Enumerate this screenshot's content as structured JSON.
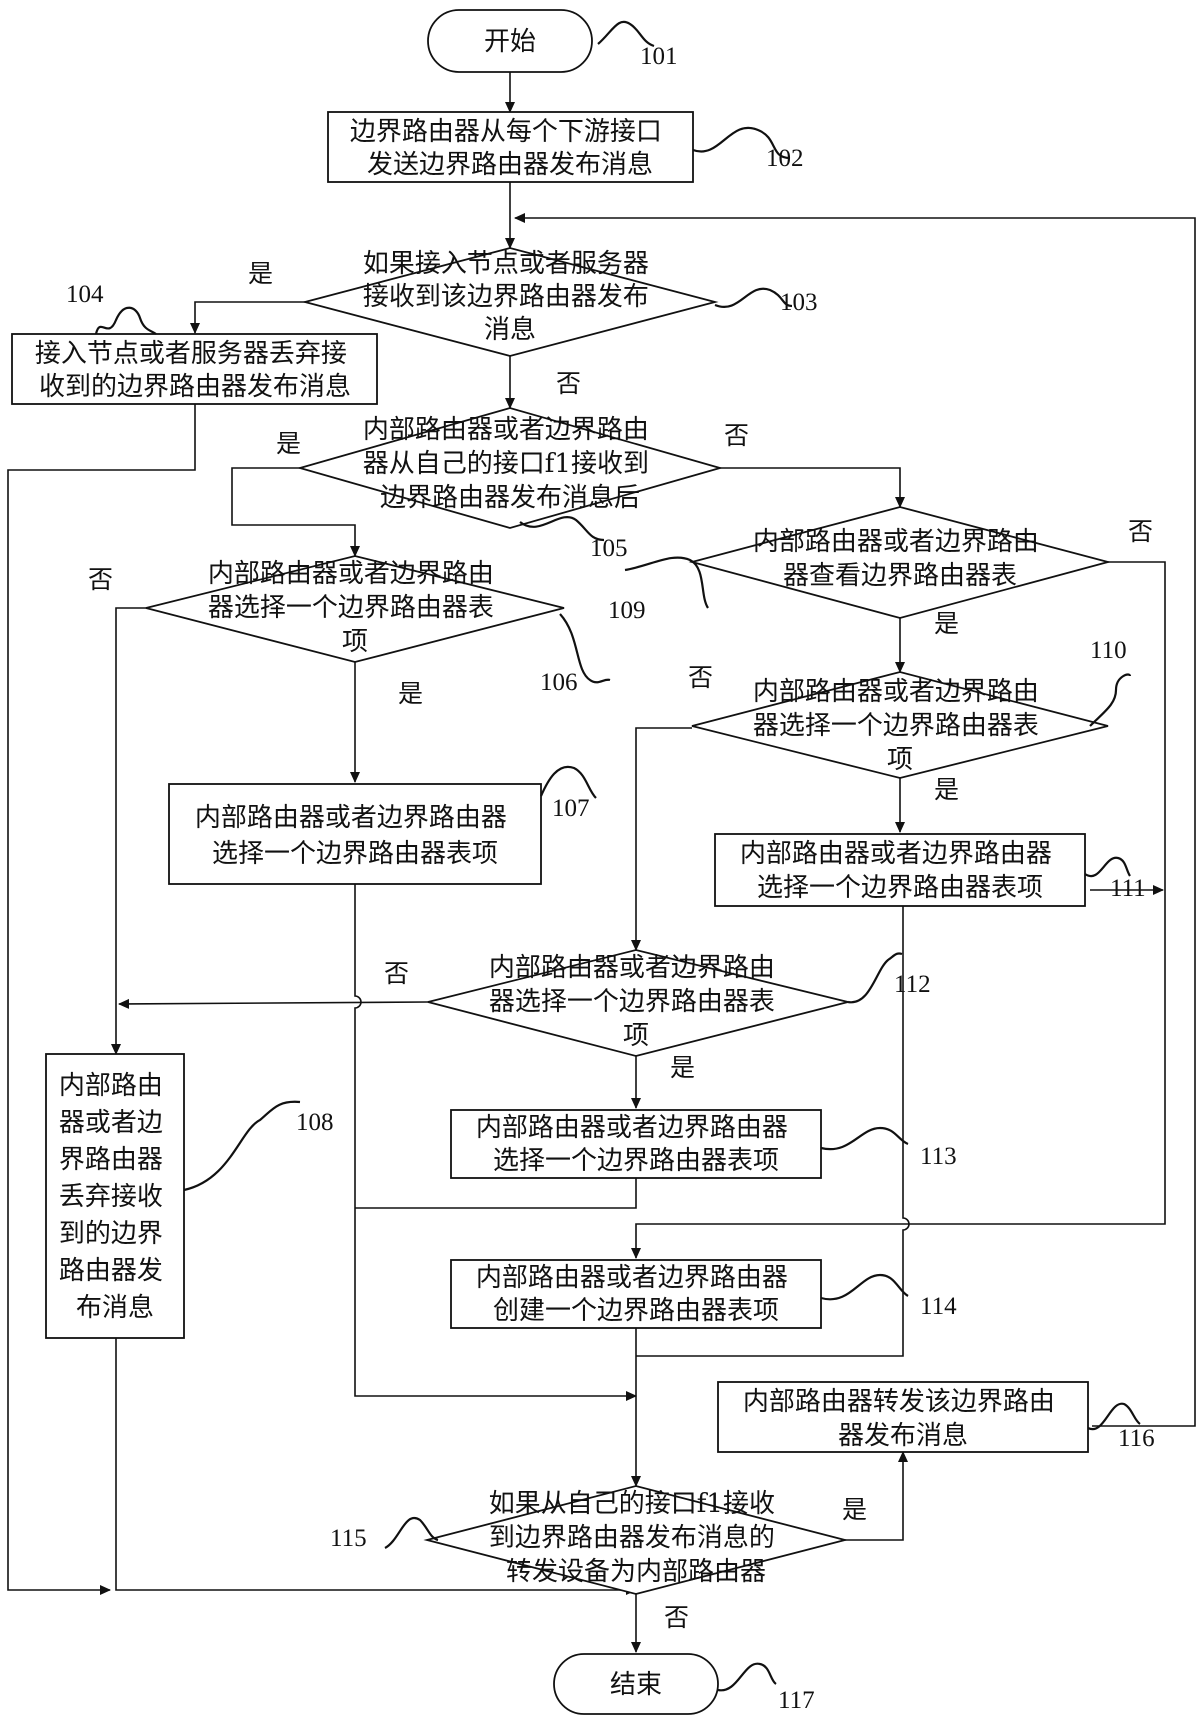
{
  "nodes": {
    "start": {
      "text": [
        "开始"
      ],
      "ref": "101"
    },
    "n102": {
      "text": [
        "边界路由器从每个下游接口",
        "发送边界路由器发布消息"
      ],
      "ref": "102"
    },
    "n103": {
      "text": [
        "如果接入节点或者服务器",
        "接收到该边界路由器发布",
        "消息"
      ],
      "ref": "103"
    },
    "n104": {
      "text": [
        "接入节点或者服务器丢弃接",
        "收到的边界路由器发布消息"
      ],
      "ref": "104"
    },
    "n105": {
      "text": [
        "内部路由器或者边界路由",
        "器从自己的接口f1接收到",
        "边界路由器发布消息后"
      ],
      "ref": "105"
    },
    "n106": {
      "text": [
        "内部路由器或者边界路由",
        "器选择一个边界路由器表",
        "项"
      ],
      "ref": "106"
    },
    "n107": {
      "text": [
        "内部路由器或者边界路由器",
        "选择一个边界路由器表项"
      ],
      "ref": "107"
    },
    "n108": {
      "text": [
        "内部路由",
        "器或者边",
        "界路由器",
        "丢弃接收",
        "到的边界",
        "路由器发",
        "布消息"
      ],
      "ref": "108"
    },
    "n109": {
      "text": [
        "内部路由器或者边界路由",
        "器查看边界路由器表"
      ],
      "ref": "109"
    },
    "n110": {
      "text": [
        "内部路由器或者边界路由",
        "器选择一个边界路由器表",
        "项"
      ],
      "ref": "110"
    },
    "n111": {
      "text": [
        "内部路由器或者边界路由器",
        "选择一个边界路由器表项"
      ],
      "ref": "111"
    },
    "n112": {
      "text": [
        "内部路由器或者边界路由",
        "器选择一个边界路由器表",
        "项"
      ],
      "ref": "112"
    },
    "n113": {
      "text": [
        "内部路由器或者边界路由器",
        "选择一个边界路由器表项"
      ],
      "ref": "113"
    },
    "n114": {
      "text": [
        "内部路由器或者边界路由器",
        "创建一个边界路由器表项"
      ],
      "ref": "114"
    },
    "n115": {
      "text": [
        "如果从自己的接口f1接收",
        "到边界路由器发布消息的",
        "转发设备为内部路由器"
      ],
      "ref": "115"
    },
    "n116": {
      "text": [
        "内部路由器转发该边界路由",
        "器发布消息"
      ],
      "ref": "116"
    },
    "end": {
      "text": [
        "结束"
      ],
      "ref": "117"
    }
  },
  "edge_labels": {
    "yes": "是",
    "no": "否"
  }
}
